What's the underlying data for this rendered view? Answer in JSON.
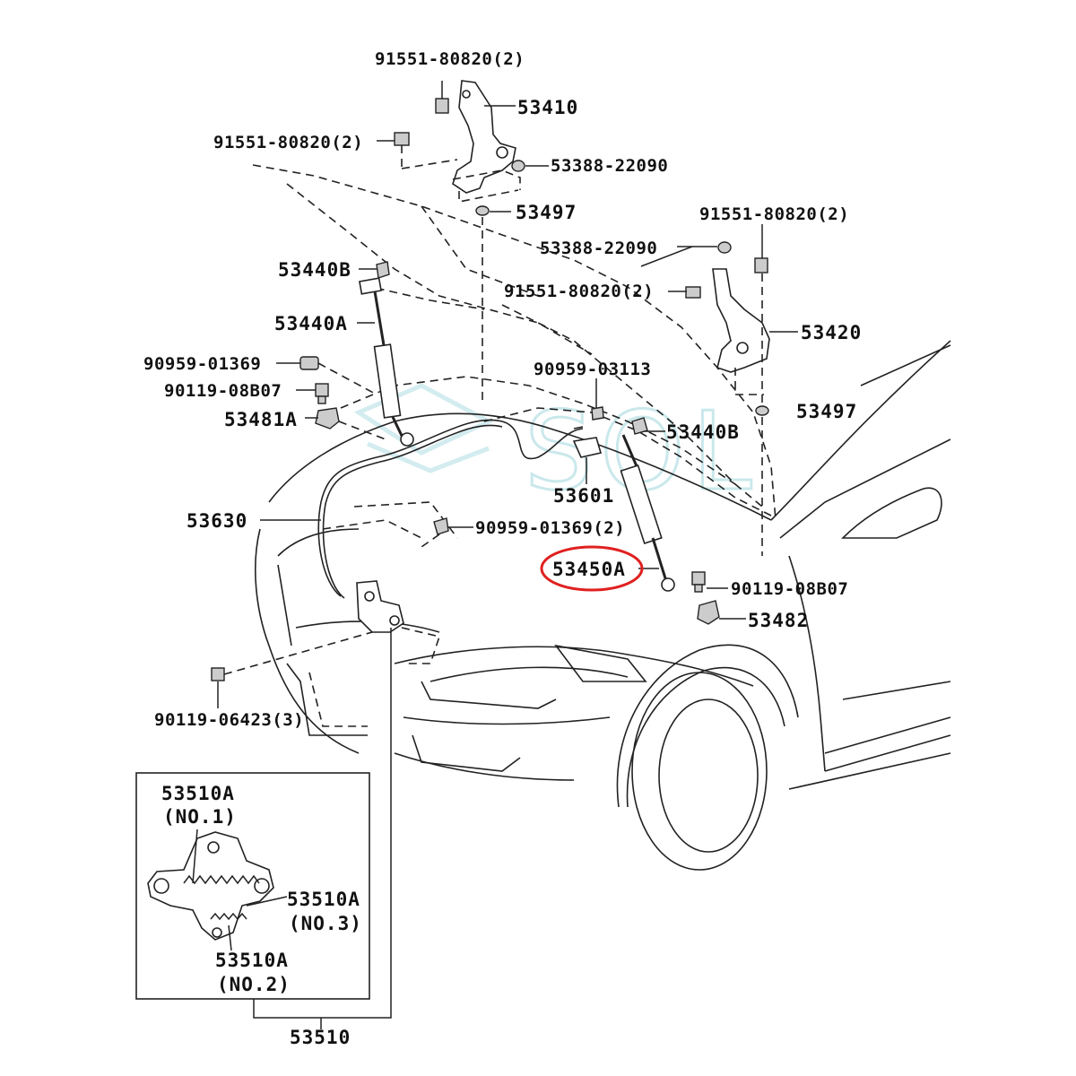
{
  "watermark": "SOL",
  "highlight": {
    "color": "#e02020",
    "target": "53450A"
  },
  "labels": {
    "l91551_top": "91551-80820(2)",
    "l53410": "53410",
    "l91551_left": "91551-80820(2)",
    "l53388_top": "53388-22090",
    "l53497_top": "53497",
    "l91551_right": "91551-80820(2)",
    "l53388_right": "53388-22090",
    "l53440B_left": "53440B",
    "l91551_mid": "91551-80820(2)",
    "l53440A": "53440A",
    "l53420": "53420",
    "l90959_01369": "90959-01369",
    "l90959_03113": "90959-03113",
    "l90119_08B07_left": "90119-08B07",
    "l53497_right": "53497",
    "l53481A": "53481A",
    "l53440B_right": "53440B",
    "l53601": "53601",
    "l53630": "53630",
    "l90959_01369_2": "90959-01369(2)",
    "l53450A": "53450A",
    "l90119_08B07_right": "90119-08B07",
    "l53482": "53482",
    "l90119_06423": "90119-06423(3)",
    "inset_no1_a": "53510A",
    "inset_no1_b": "(NO.1)",
    "inset_no3_a": "53510A",
    "inset_no3_b": "(NO.3)",
    "inset_no2_a": "53510A",
    "inset_no2_b": "(NO.2)",
    "l53510": "53510"
  }
}
